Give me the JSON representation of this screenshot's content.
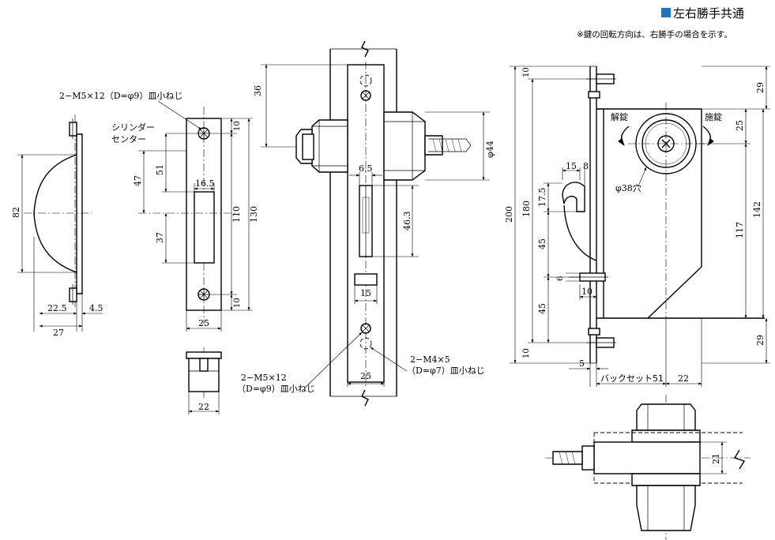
{
  "header": {
    "title": "左右勝手共通",
    "note": "※鍵の回転方向は、右勝手の場合を示す。",
    "marker_color": "#1e73be"
  },
  "front_plate": {
    "screw_label": "2−M5×12（D=φ9）皿小ねじ",
    "cylinder_center_line1": "シリンダー",
    "cylinder_center_line2": "センター",
    "dims": {
      "d10_top": "10",
      "d47": "47",
      "d51": "51",
      "d16_5": "16.5",
      "d110": "110",
      "d130": "130",
      "d37": "37",
      "d10_bot": "10",
      "d25": "25"
    }
  },
  "handle_plate": {
    "dims": {
      "d82": "82",
      "d22_5": "22.5",
      "d4_5": "4.5",
      "d27": "27"
    }
  },
  "small_view": {
    "dims": {
      "d22": "22"
    }
  },
  "middle_view": {
    "dims": {
      "d36": "36",
      "d44": "φ44",
      "d6_5": "6.5",
      "d46_3": "46.3",
      "d15": "15",
      "d25": "25"
    },
    "screw_label_left_1": "2−M5×12",
    "screw_label_left_2": "（D=φ9）皿小ねじ",
    "screw_label_right_1": "2−M4×5",
    "screw_label_right_2": "（D=φ7）皿小ねじ"
  },
  "side_view": {
    "unlock": "解錠",
    "lock": "施錠",
    "hole": "φ38穴",
    "backset": "バックセット51",
    "dims": {
      "d200": "200",
      "d180": "180",
      "d10_top": "10",
      "d10_bot": "10",
      "d17_5": "17.5",
      "d45a": "45",
      "d45b": "45",
      "d6": "6",
      "d10_mid": "10",
      "d15": "15",
      "d8": "8",
      "d29_top": "29",
      "d25": "25",
      "d117": "117",
      "d142": "142",
      "d29_bot": "29",
      "d5": "5",
      "d22": "22"
    }
  },
  "bottom_view": {
    "dims": {
      "d21": "21"
    }
  }
}
